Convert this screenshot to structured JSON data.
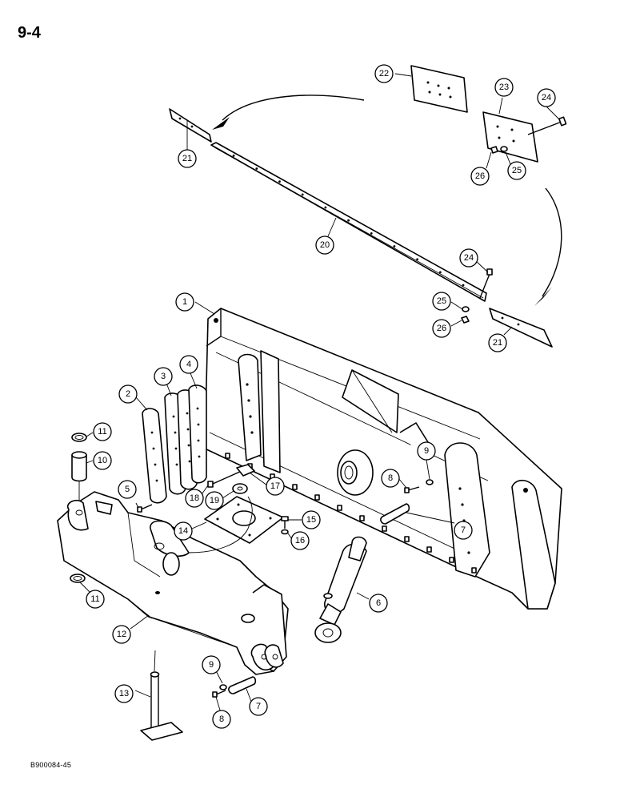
{
  "page": {
    "number": "9-4",
    "reference_code": "B900084-45"
  },
  "callouts": [
    {
      "id": "c22",
      "label": "22"
    },
    {
      "id": "c23",
      "label": "23"
    },
    {
      "id": "c24a",
      "label": "24"
    },
    {
      "id": "c21a",
      "label": "21"
    },
    {
      "id": "c26a",
      "label": "26"
    },
    {
      "id": "c25a",
      "label": "25"
    },
    {
      "id": "c20",
      "label": "20"
    },
    {
      "id": "c24b",
      "label": "24"
    },
    {
      "id": "c25b",
      "label": "25"
    },
    {
      "id": "c26b",
      "label": "26"
    },
    {
      "id": "c21b",
      "label": "21"
    },
    {
      "id": "c1",
      "label": "1"
    },
    {
      "id": "c4",
      "label": "4"
    },
    {
      "id": "c3",
      "label": "3"
    },
    {
      "id": "c2",
      "label": "2"
    },
    {
      "id": "c11a",
      "label": "11"
    },
    {
      "id": "c10",
      "label": "10"
    },
    {
      "id": "c9a",
      "label": "9"
    },
    {
      "id": "c8a",
      "label": "8"
    },
    {
      "id": "c5",
      "label": "5"
    },
    {
      "id": "c18",
      "label": "18"
    },
    {
      "id": "c19",
      "label": "19"
    },
    {
      "id": "c17",
      "label": "17"
    },
    {
      "id": "c15",
      "label": "15"
    },
    {
      "id": "c16",
      "label": "16"
    },
    {
      "id": "c14",
      "label": "14"
    },
    {
      "id": "c7a",
      "label": "7"
    },
    {
      "id": "c6",
      "label": "6"
    },
    {
      "id": "c11b",
      "label": "11"
    },
    {
      "id": "c12",
      "label": "12"
    },
    {
      "id": "c13",
      "label": "13"
    },
    {
      "id": "c9b",
      "label": "9"
    },
    {
      "id": "c8b",
      "label": "8"
    },
    {
      "id": "c7b",
      "label": "7"
    }
  ]
}
